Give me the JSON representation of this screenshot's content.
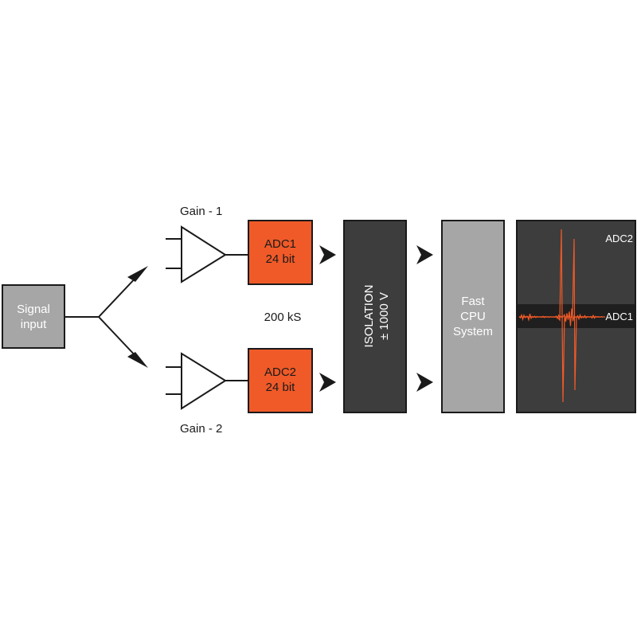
{
  "signal_input": {
    "line1": "Signal",
    "line2": "input"
  },
  "gain1": {
    "label": "Gain - 1"
  },
  "gain2": {
    "label": "Gain - 2"
  },
  "adc1": {
    "line1": "ADC1",
    "line2": "24 bit"
  },
  "adc2": {
    "line1": "ADC2",
    "line2": "24 bit"
  },
  "sample_rate": "200 kS",
  "isolation": {
    "line1": "ISOLATION",
    "line2": "± 1000 V"
  },
  "cpu": {
    "line1": "Fast",
    "line2": "CPU",
    "line3": "System"
  },
  "display": {
    "adc2_label": "ADC2",
    "adc1_label": "ADC1"
  },
  "colors": {
    "adc_fill": "#f05a28",
    "input_fill": "#a6a6a6",
    "isolation_fill": "#3d3d3d",
    "cpu_fill": "#a6a6a6",
    "display_fill": "#3d3d3d",
    "display_band": "#1f1f1f",
    "signal_trace": "#f05a28",
    "line": "#1a1a1a"
  }
}
